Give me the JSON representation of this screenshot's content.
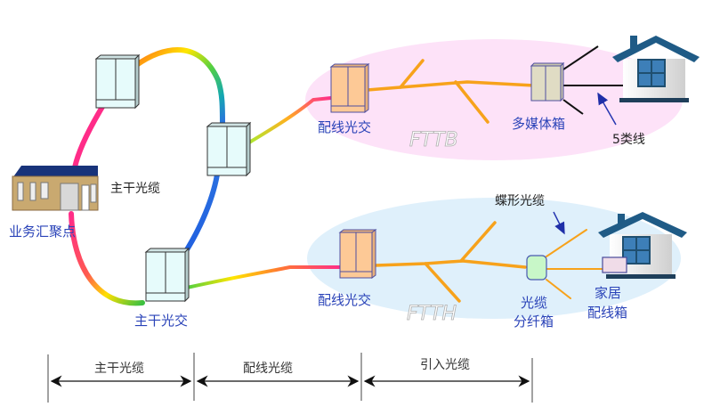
{
  "title": "FTTB / FTTH access network topology",
  "colors": {
    "fttb_zone": "#fde2f8",
    "ftth_zone": "#dff0fb",
    "label_blue": "#2a43b8",
    "drop_fiber": "#f7a21b",
    "backbone_cabinet": "#e6fbfb",
    "distribution_cabinet": "#fdc996",
    "multimedia_box": "#e0dcc4",
    "splitter_box": "#c8f7c8",
    "home_box": "#f0dce8",
    "house_roof": "#1f5b86"
  },
  "nodes": {
    "aggregation_point": "业务汇聚点",
    "backbone_cable": "主干光缆",
    "backbone_cabinet": "主干光交",
    "fttb_distribution_cabinet": "配线光交",
    "ftth_distribution_cabinet": "配线光交",
    "multimedia_box": "多媒体箱",
    "cat5_cable": "5类线",
    "butterfly_cable": "蝶形光缆",
    "splitter_box_line1": "光缆",
    "splitter_box_line2": "分纤箱",
    "home_box_line1": "家居",
    "home_box_line2": "配线箱"
  },
  "zones": {
    "fttb": "FTTB",
    "ftth": "FTTH"
  },
  "segments": [
    {
      "label": "主干光缆"
    },
    {
      "label": "配线光缆"
    },
    {
      "label": "引入光缆"
    }
  ]
}
